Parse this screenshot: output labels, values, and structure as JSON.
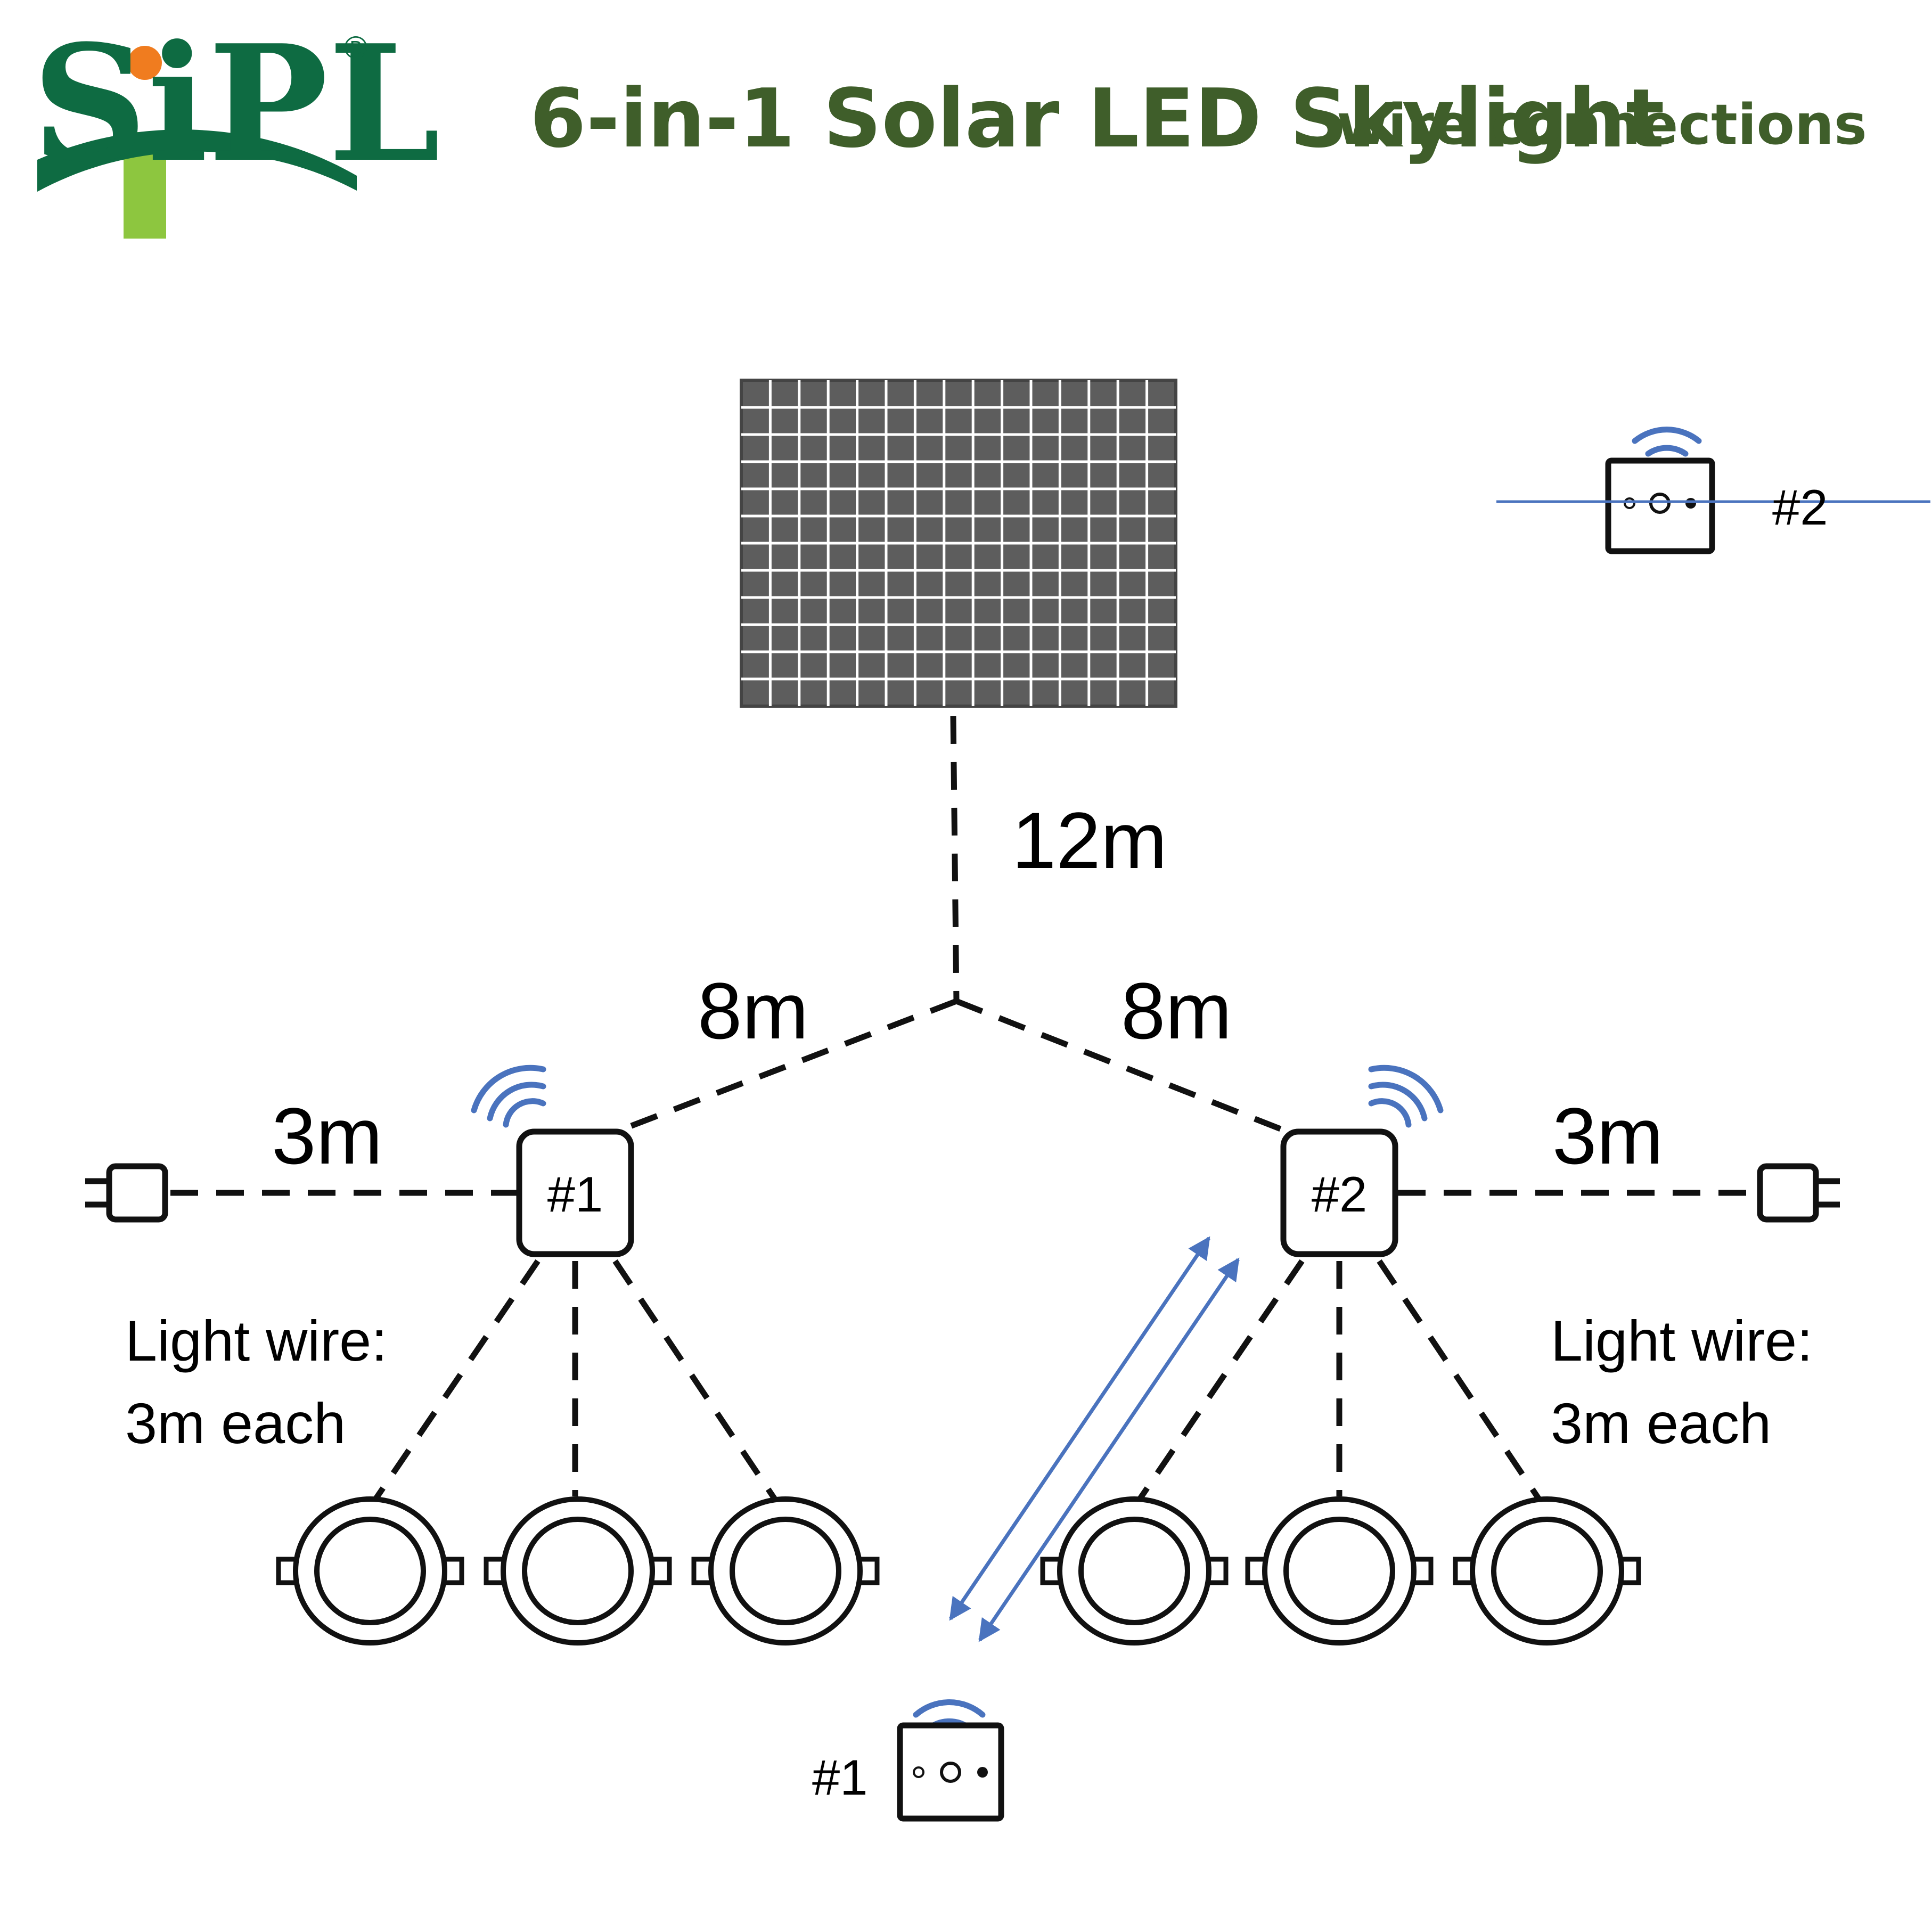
{
  "logo": {
    "text": "SiPL",
    "registered": "®"
  },
  "title": {
    "main": "6-in-1 Solar LED Skylight",
    "sub": "wire connections"
  },
  "labels": {
    "panel_wire": "12m",
    "left_branch": "8m",
    "right_branch": "8m",
    "left_plug_wire": "3m",
    "right_plug_wire": "3m",
    "left_light_wire_line1": "Light wire:",
    "left_light_wire_line2": "3m each",
    "right_light_wire_line1": "Light wire:",
    "right_light_wire_line2": "3m each"
  },
  "controllers": {
    "left": "#1",
    "right": "#2"
  },
  "remotes": {
    "bottom": "#1",
    "top_right": "#2"
  },
  "colors": {
    "title": "#3f5e2a",
    "logo_green": "#0e6b42",
    "logo_light_green": "#8dc63f",
    "logo_orange": "#f07c1f",
    "signal_blue": "#4a73be",
    "panel_fill": "#5d5d5d"
  },
  "icons": [
    "solar-panel-icon",
    "plug-icon",
    "wifi-signal-icon",
    "downlight-icon",
    "remote-control-icon"
  ]
}
